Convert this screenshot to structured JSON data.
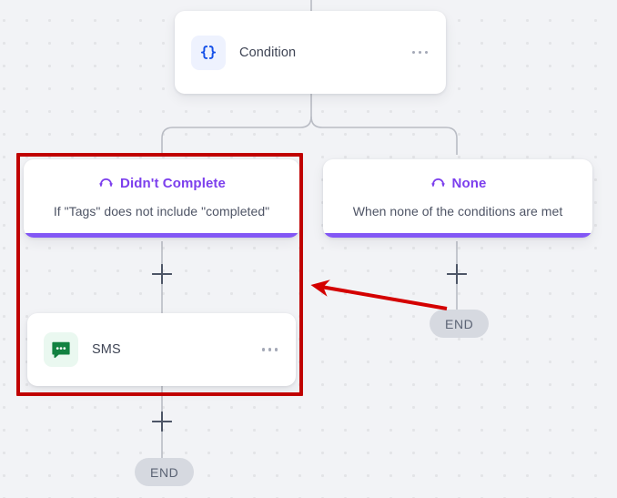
{
  "canvas": {
    "background_color": "#f2f3f6",
    "dot_color": "#e3e4e7"
  },
  "nodes": {
    "condition": {
      "title": "Condition",
      "icon": "curly-braces-icon",
      "icon_glyph": "{}",
      "icon_color": "#1450e8",
      "icon_bg": "#eef2fe",
      "menu": "..."
    },
    "sms": {
      "title": "SMS",
      "icon": "chat-bubble-icon",
      "icon_color": "#128141",
      "icon_bg": "#eaf8f0",
      "menu": "..."
    }
  },
  "branches": [
    {
      "label": "Didn't Complete",
      "description": "If \"Tags\" does not include \"completed\"",
      "icon": "branch-split-icon",
      "accent_color": "#8257f5"
    },
    {
      "label": "None",
      "description": "When none of the conditions are met",
      "icon": "branch-split-icon",
      "accent_color": "#8257f5"
    }
  ],
  "add_buttons": [
    {
      "label": "+",
      "name": "add-step-left-upper"
    },
    {
      "label": "+",
      "name": "add-step-right"
    },
    {
      "label": "+",
      "name": "add-step-left-lower"
    }
  ],
  "end_markers": [
    {
      "label": "END",
      "name": "end-marker-left"
    },
    {
      "label": "END",
      "name": "end-marker-right"
    }
  ],
  "annotations": {
    "highlight_color": "#c00000",
    "arrow_color": "#d40000",
    "highlight_target": "Didn't Complete branch and SMS step",
    "arrow_points_to": "Didn't Complete branch"
  }
}
